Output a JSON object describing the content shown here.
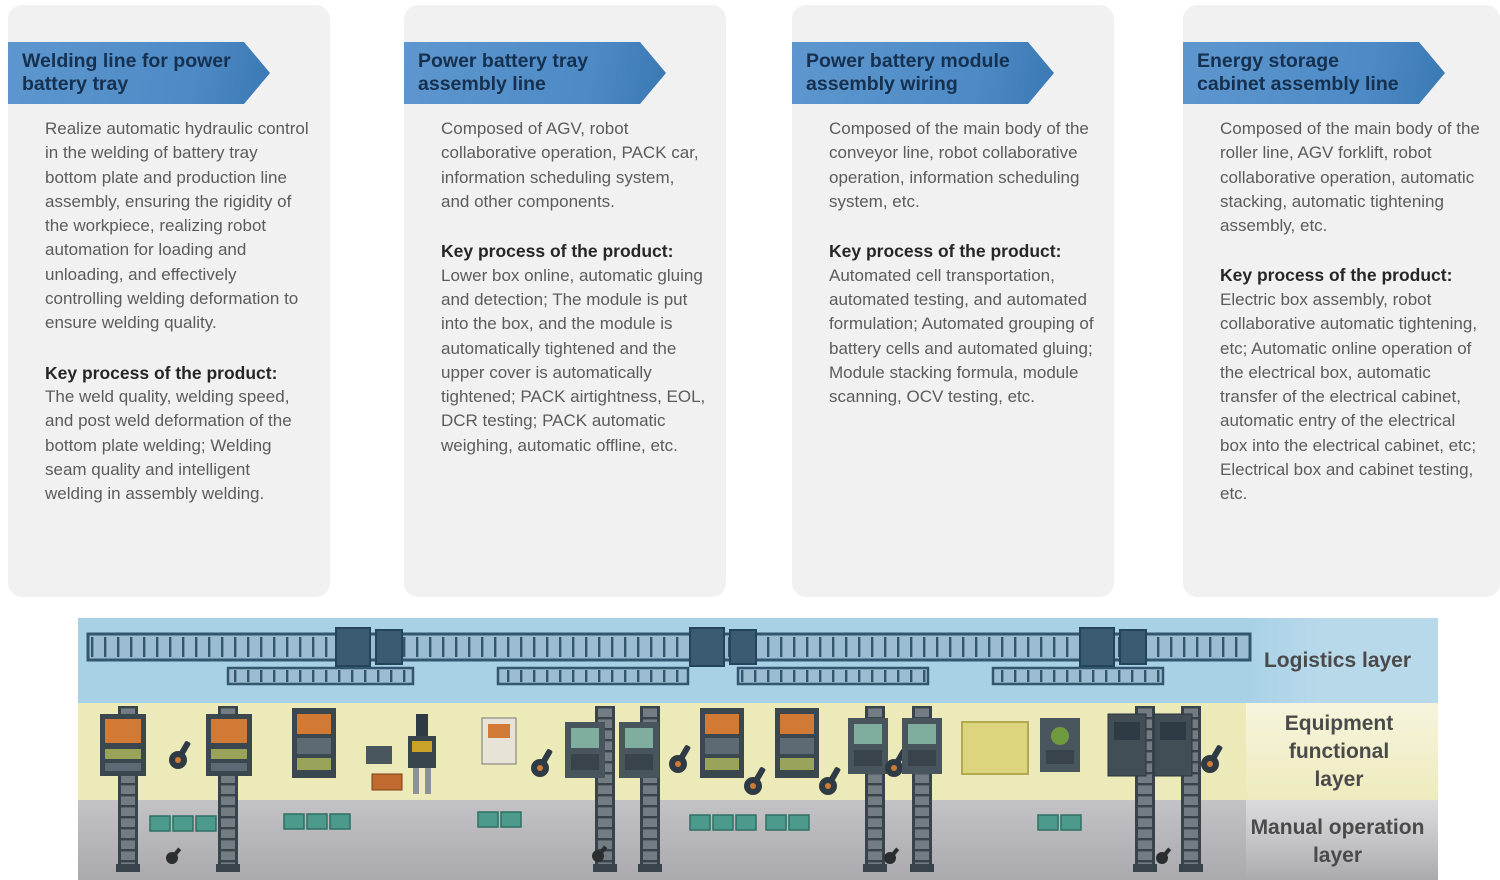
{
  "cards": [
    {
      "title": "Welding line for power battery tray",
      "description": "Realize automatic hydraulic control in the welding of battery tray bottom plate and production line assembly, ensuring the rigidity of the workpiece, realizing robot automation for loading and unloading, and effectively controlling welding deformation to ensure welding quality.",
      "key_process_label": "Key process of the product:",
      "key_process": "The weld quality, welding speed, and post weld deformation of the bottom plate welding; Welding seam quality and intelligent welding in assembly welding."
    },
    {
      "title": "Power battery tray assembly line",
      "description": "Composed of AGV, robot collaborative operation, PACK car, information scheduling system, and other components.",
      "key_process_label": "Key process of the product:",
      "key_process": "Lower box online, automatic gluing and detection; The module is put into the box, and the module is automatically tightened and the upper cover is automatically tightened; PACK airtightness, EOL, DCR testing; PACK automatic weighing, automatic offline, etc."
    },
    {
      "title": "Power battery module assembly wiring",
      "description": "Composed of the main body of the conveyor line, robot collaborative operation, information scheduling system, etc.",
      "key_process_label": "Key process of the product:",
      "key_process": "Automated cell transportation, automated testing, and automated formulation; Automated grouping of battery cells and automated gluing; Module stacking formula, module scanning, OCV testing, etc."
    },
    {
      "title": "Energy storage cabinet assembly line",
      "description": "Composed of the main body of the roller line, AGV forklift, robot collaborative operation, automatic stacking, automatic tightening assembly, etc.",
      "key_process_label": "Key process of the product:",
      "key_process": "Electric box assembly, robot collaborative automatic tightening, etc; Automatic online operation of the electrical box, automatic transfer of the electrical cabinet, automatic entry of the electrical box into the electrical cabinet, etc; Electrical box and cabinet testing, etc."
    }
  ],
  "factory": {
    "layers": [
      {
        "id": "logistics",
        "label": "Logistics layer",
        "color": "#a9d1e6"
      },
      {
        "id": "equipment",
        "label": "Equipment functional layer",
        "color": "#edeaba"
      },
      {
        "id": "manual",
        "label": "Manual operation layer",
        "color": "#b5b5b8"
      }
    ]
  },
  "colors": {
    "banner_blue": "#4d8ac6",
    "banner_text": "#16304f",
    "card_background": "#f1f1f2",
    "body_text": "#5b5b5b"
  }
}
